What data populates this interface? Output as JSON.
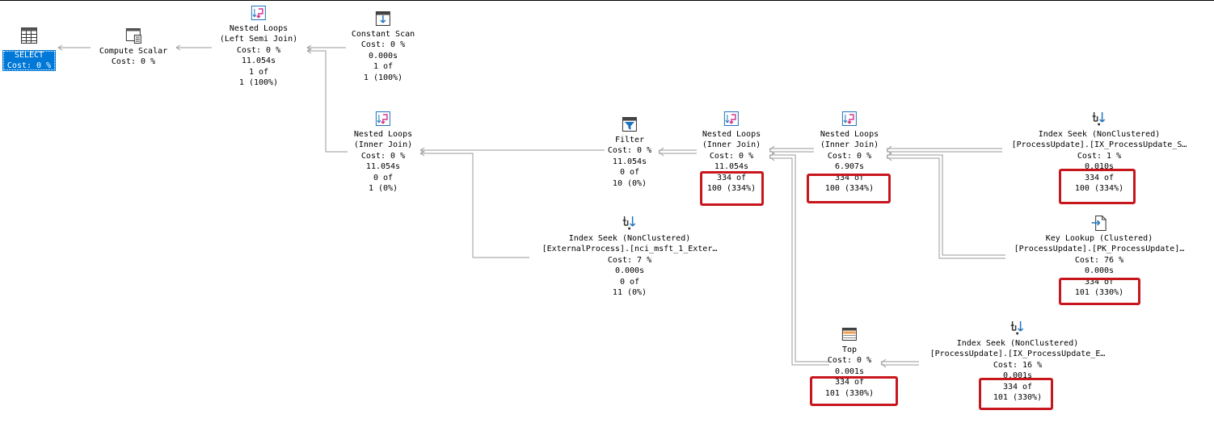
{
  "nodes": {
    "select": {
      "line1": "SELECT",
      "line2": "Cost: 0 %"
    },
    "compute_scalar": {
      "title": "Compute Scalar",
      "cost": "Cost: 0 %"
    },
    "nl_semi": {
      "title": "Nested Loops",
      "subtitle": "(Left Semi Join)",
      "cost": "Cost: 0 %",
      "time": "11.054s",
      "rows": "1 of",
      "est": "1 (100%)"
    },
    "constant_scan": {
      "title": "Constant Scan",
      "cost": "Cost: 0 %",
      "time": "0.000s",
      "rows": "1 of",
      "est": "1 (100%)"
    },
    "nl_inner_1": {
      "title": "Nested Loops",
      "subtitle": "(Inner Join)",
      "cost": "Cost: 0 %",
      "time": "11.054s",
      "rows": "0 of",
      "est": "1 (0%)"
    },
    "filter": {
      "title": "Filter",
      "cost": "Cost: 0 %",
      "time": "11.054s",
      "rows": "0 of",
      "est": "10 (0%)"
    },
    "index_seek_ext": {
      "title": "Index Seek (NonClustered)",
      "object": "[ExternalProcess].[nci_msft_1_Exter…",
      "cost": "Cost: 7 %",
      "time": "0.000s",
      "rows": "0 of",
      "est": "11 (0%)"
    },
    "nl_inner_2": {
      "title": "Nested Loops",
      "subtitle": "(Inner Join)",
      "cost": "Cost: 0 %",
      "time": "11.054s",
      "rows": "334 of",
      "est": "100 (334%)"
    },
    "nl_inner_3": {
      "title": "Nested Loops",
      "subtitle": "(Inner Join)",
      "cost": "Cost: 0 %",
      "time": "6.907s",
      "rows": "334 of",
      "est": "100 (334%)"
    },
    "index_seek_s": {
      "title": "Index Seek (NonClustered)",
      "object": "[ProcessUpdate].[IX_ProcessUpdate_S…",
      "cost": "Cost: 1 %",
      "time": "0.010s",
      "rows": "334 of",
      "est": "100 (334%)"
    },
    "key_lookup": {
      "title": "Key Lookup (Clustered)",
      "object": "[ProcessUpdate].[PK_ProcessUpdate]…",
      "cost": "Cost: 76 %",
      "time": "0.000s",
      "rows": "334 of",
      "est": "101 (330%)"
    },
    "top": {
      "title": "Top",
      "cost": "Cost: 0 %",
      "time": "0.001s",
      "rows": "334 of",
      "est": "101 (330%)"
    },
    "index_seek_e": {
      "title": "Index Seek (NonClustered)",
      "object": "[ProcessUpdate].[IX_ProcessUpdate_E…",
      "cost": "Cost: 16 %",
      "time": "0.001s",
      "rows": "334 of",
      "est": "101 (330%)"
    }
  },
  "colors": {
    "highlight": "#c8161d",
    "selected_bg": "#0078d7",
    "edge": "#9a9a9a",
    "icon_blue": "#1e73be",
    "icon_magenta": "#d4378f"
  }
}
